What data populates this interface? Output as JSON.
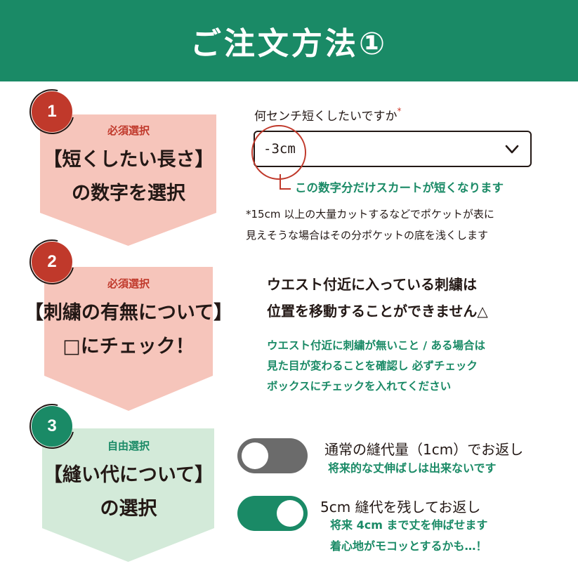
{
  "header": {
    "title": "ご注文方法①"
  },
  "colors": {
    "brand_green": "#1a8a66",
    "accent_red": "#c0392b",
    "pink": "#f6c5bb",
    "mint": "#d3ead9",
    "toggle_off": "#6b6b6b"
  },
  "steps": [
    {
      "number": "1",
      "tag": "必須選択",
      "title_line1": "【短くしたい長さ】",
      "title_line2": "の数字を選択"
    },
    {
      "number": "2",
      "tag": "必須選択",
      "title_line1": "【刺繍の有無について】",
      "title_line2": "□にチェック！"
    },
    {
      "number": "3",
      "tag": "自由選択",
      "title_line1": "【縫い代について】",
      "title_line2": "の選択"
    }
  ],
  "length_select": {
    "label": "何センチ短くしたいですか",
    "required_mark": "*",
    "value": "-3cm",
    "icon": "chevron-down-icon",
    "callout": "この数字分だけスカートが短くなります",
    "note_line1": "*15cm 以上の大量カットするなどでポケットが表に",
    "note_line2": "見えそうな場合はその分ポケットの底を浅くします"
  },
  "embroidery": {
    "main_line1": "ウエスト付近に入っている刺繍は",
    "main_line2": "位置を移動することができません△",
    "sub_line1": "ウエスト付近に刺繍が無いこと / ある場合は",
    "sub_line2": "見た目が変わることを確認し 必ずチェック",
    "sub_line3": "ボックスにチェックを入れてください"
  },
  "seam_options": [
    {
      "state": "off",
      "title": "通常の縫代量（1cm）でお返し",
      "sub_line1": "将来的な丈伸ばしは出来ないです",
      "sub_line2": ""
    },
    {
      "state": "on",
      "title": "5cm 縫代を残してお返し",
      "sub_line1": "将来 4cm まで丈を伸ばせます",
      "sub_line2": "着心地がモコッとするかも…！"
    }
  ]
}
